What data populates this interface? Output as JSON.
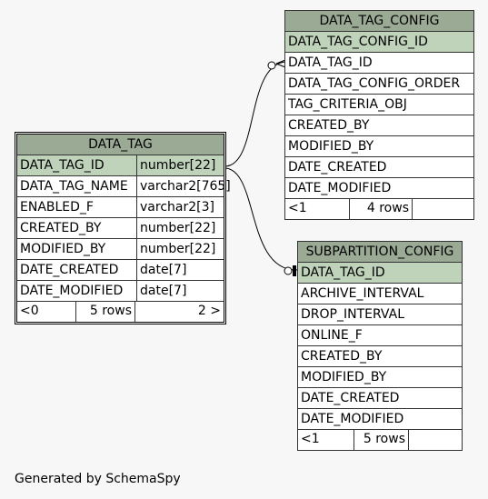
{
  "footer": {
    "generated": "Generated by SchemaSpy"
  },
  "tables": {
    "data_tag": {
      "name": "DATA_TAG",
      "columns": [
        {
          "name": "DATA_TAG_ID",
          "type": "number[22]"
        },
        {
          "name": "DATA_TAG_NAME",
          "type": "varchar2[765]"
        },
        {
          "name": "ENABLED_F",
          "type": "varchar2[3]"
        },
        {
          "name": "CREATED_BY",
          "type": "number[22]"
        },
        {
          "name": "MODIFIED_BY",
          "type": "number[22]"
        },
        {
          "name": "DATE_CREATED",
          "type": "date[7]"
        },
        {
          "name": "DATE_MODIFIED",
          "type": "date[7]"
        }
      ],
      "parents": "<0",
      "rows": "5 rows",
      "children": "2 >"
    },
    "data_tag_config": {
      "name": "DATA_TAG_CONFIG",
      "columns": [
        "DATA_TAG_CONFIG_ID",
        "DATA_TAG_ID",
        "DATA_TAG_CONFIG_ORDER",
        "TAG_CRITERIA_OBJ",
        "CREATED_BY",
        "MODIFIED_BY",
        "DATE_CREATED",
        "DATE_MODIFIED"
      ],
      "parents": "<1",
      "rows": "4 rows"
    },
    "subpartition_config": {
      "name": "SUBPARTITION_CONFIG",
      "columns": [
        "DATA_TAG_ID",
        "ARCHIVE_INTERVAL",
        "DROP_INTERVAL",
        "ONLINE_F",
        "CREATED_BY",
        "MODIFIED_BY",
        "DATE_CREATED",
        "DATE_MODIFIED"
      ],
      "parents": "<1",
      "rows": "5 rows"
    }
  },
  "colors": {
    "header": "#9aaa95",
    "primary_key_row": "#bfd3bb",
    "background": "#f7f7f7"
  }
}
